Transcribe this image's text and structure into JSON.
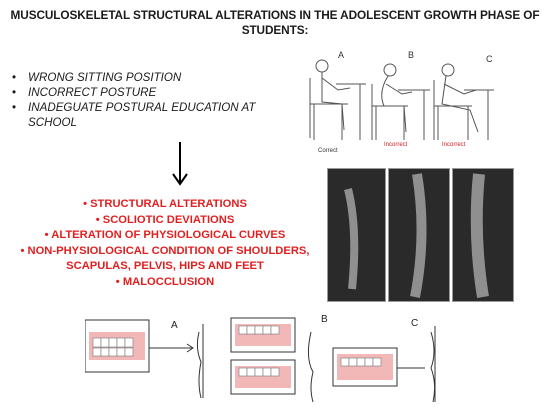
{
  "title": "MUSCULOSKELETAL STRUCTURAL ALTERATIONS IN THE ADOLESCENT GROWTH PHASE OF STUDENTS:",
  "causes": [
    "WRONG SITTING POSITION",
    "INCORRECT POSTURE",
    "INADEGUATE POSTURAL EDUCATION AT SCHOOL"
  ],
  "effects": {
    "items": [
      "STRUCTURAL ALTERATIONS",
      "SCOLIOTIC DEVIATIONS",
      "ALTERATION OF PHYSIOLOGICAL CURVES",
      "NON-PHYSIOLOGICAL CONDITION OF SHOULDERS, SCAPULAS, PELVIS, HIPS AND FEET",
      "MALOCCLUSION"
    ],
    "color": "#e02020"
  },
  "sitting_figure": {
    "panel_labels": [
      "A",
      "B",
      "C"
    ],
    "captions": [
      "Correct",
      "Incorrect",
      "Incorrect"
    ],
    "caption_colors": [
      "#333333",
      "#cc2222",
      "#cc2222"
    ]
  },
  "occlusion_figure": {
    "panel_labels": [
      "A",
      "B",
      "C"
    ]
  }
}
